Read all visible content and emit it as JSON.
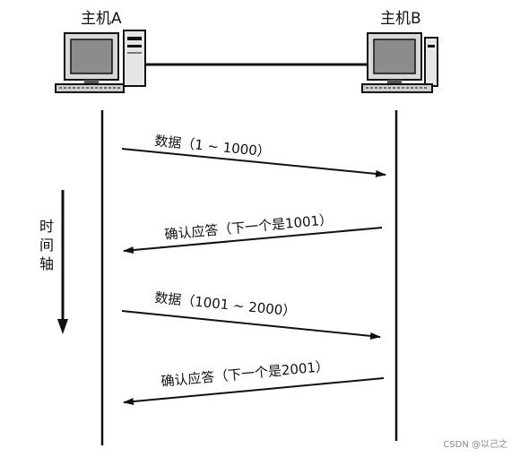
{
  "hosts": {
    "a": {
      "label": "主机A"
    },
    "b": {
      "label": "主机B"
    }
  },
  "time_axis": {
    "label": "时\n间\n轴"
  },
  "messages": [
    {
      "text": "数据（1 ~ 1000）",
      "direction": "A→B"
    },
    {
      "text": "确认应答（下一个是1001）",
      "direction": "B→A"
    },
    {
      "text": "数据（1001 ~ 2000）",
      "direction": "A→B"
    },
    {
      "text": "确认应答（下一个是2001）",
      "direction": "B→A"
    }
  ],
  "watermark": "CSDN @以己之"
}
